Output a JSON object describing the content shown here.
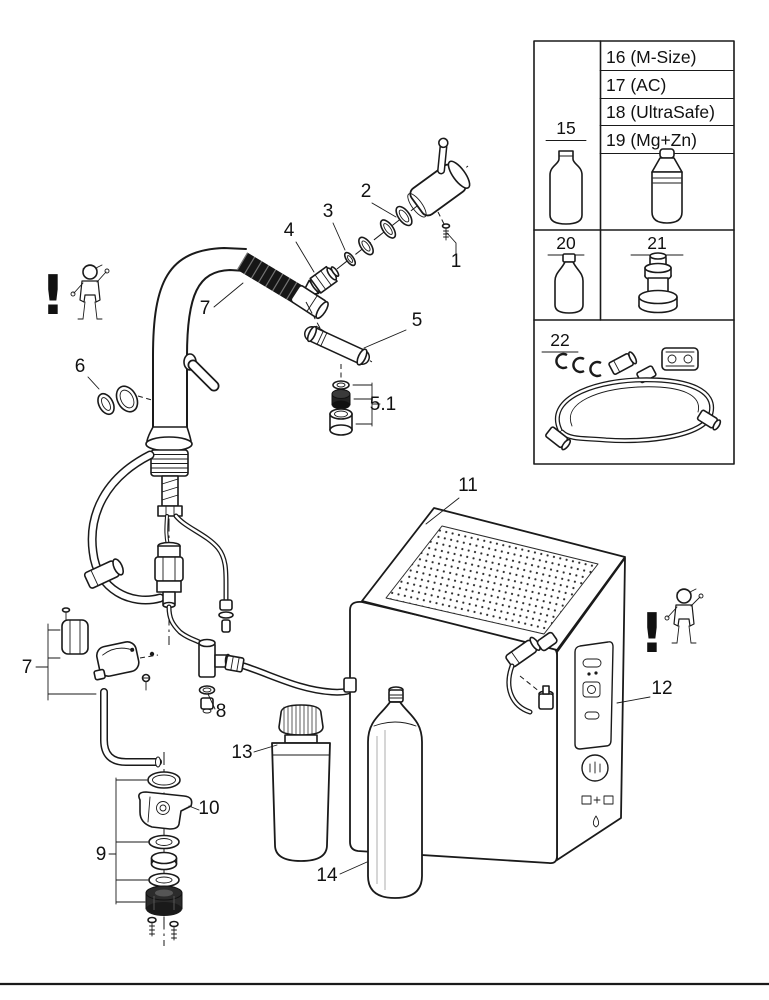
{
  "colors": {
    "ink": "#1a1a1a",
    "paper": "#ffffff"
  },
  "legend": {
    "item_15": "15",
    "filter_variants": [
      "16 (M-Size)",
      "17 (AC)",
      "18 (UltraSafe)",
      "19 (Mg+Zn)"
    ],
    "item_20": "20",
    "item_21": "21",
    "item_22": "22"
  },
  "callouts": {
    "c1": "1",
    "c2": "2",
    "c3": "3",
    "c4": "4",
    "c5": "5",
    "c5_1": "5.1",
    "c6": "6",
    "c7_spout": "7",
    "c7_mount": "7",
    "c8": "8",
    "c9": "9",
    "c10": "10",
    "c11": "11",
    "c12": "12",
    "c13": "13",
    "c14": "14"
  },
  "warning": {
    "symbol": "!"
  }
}
